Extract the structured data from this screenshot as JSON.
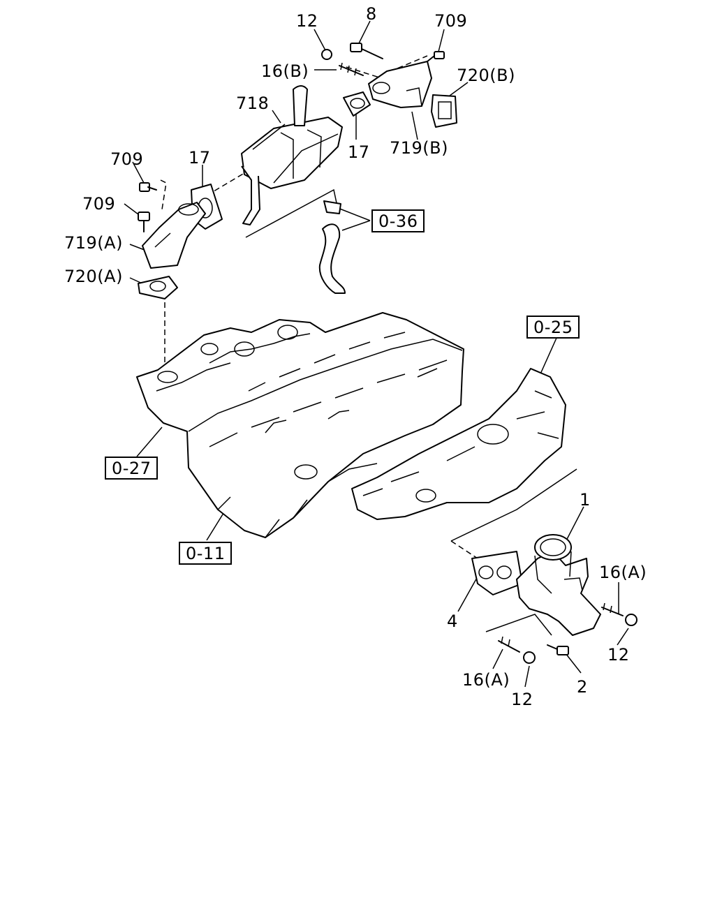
{
  "labels": {
    "l12_top": "12",
    "l8": "8",
    "l709_top": "709",
    "l16b": "16(B)",
    "l720b": "720(B)",
    "l718": "718",
    "l17_right": "17",
    "l719b": "719(B)",
    "l709_a": "709",
    "l17_left": "17",
    "l709_b": "709",
    "l719a": "719(A)",
    "l720a": "720(A)",
    "l1": "1",
    "l16a_right": "16(A)",
    "l4": "4",
    "l12_right": "12",
    "l16a_bottom": "16(A)",
    "l12_bottom": "12",
    "l2": "2"
  },
  "refs": {
    "r036": "0-36",
    "r025": "0-25",
    "r027": "0-27",
    "r011": "0-11"
  }
}
